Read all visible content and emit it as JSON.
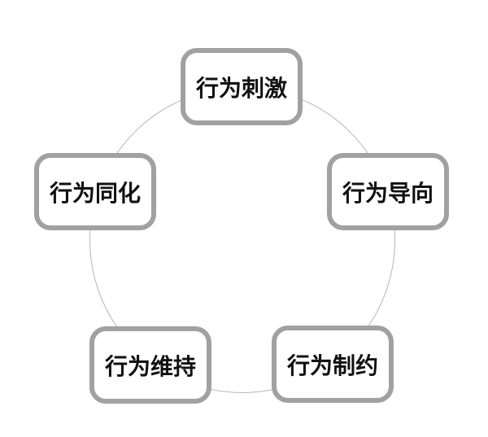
{
  "diagram": {
    "type": "cycle",
    "description": "Five-stage behavior cycle arranged as a pentagon on a circle",
    "nodes": [
      {
        "position": "top",
        "label": "行为刺激"
      },
      {
        "position": "right",
        "label": "行为导向"
      },
      {
        "position": "bottom-right",
        "label": "行为制约"
      },
      {
        "position": "bottom-left",
        "label": "行为维持"
      },
      {
        "position": "left",
        "label": "行为同化"
      }
    ],
    "colors": {
      "background": "#ffffff",
      "box_border": "#a1a1a1",
      "box_fill": "#ffffff",
      "circle_stroke": "#b5b5b5",
      "text": "#111111"
    }
  }
}
